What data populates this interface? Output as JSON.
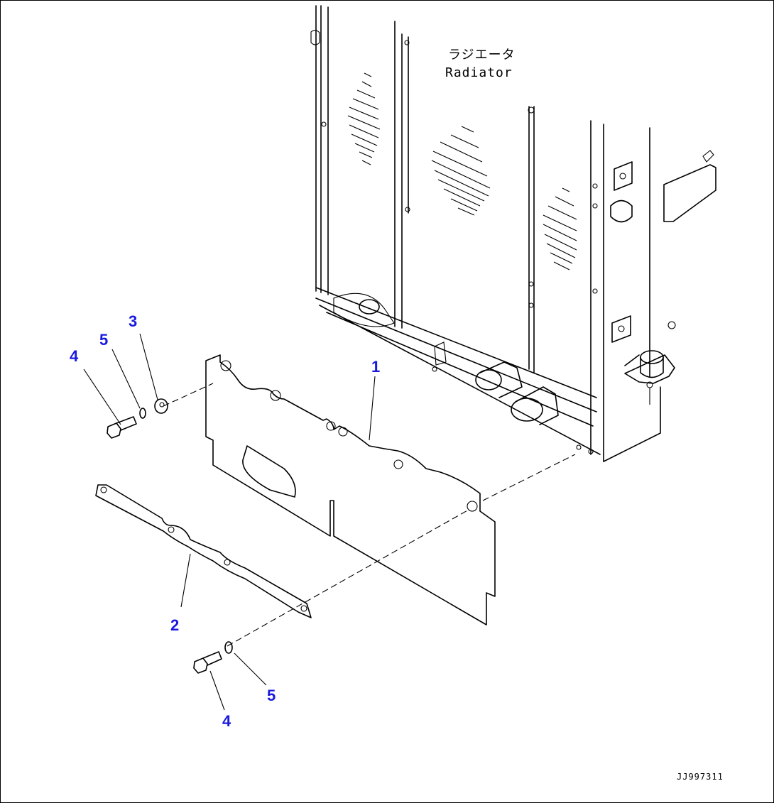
{
  "radiator_label": {
    "jp": "ラジエータ",
    "en": "Radiator"
  },
  "callouts": {
    "part1": "1",
    "part2": "2",
    "part3": "3",
    "part4_top": "4",
    "part4_bottom": "4",
    "part5_top": "5",
    "part5_bottom": "5"
  },
  "drawing_code": "JJ997311",
  "colors": {
    "callout": "#1a1adf",
    "line": "#000000",
    "background": "#ffffff"
  }
}
